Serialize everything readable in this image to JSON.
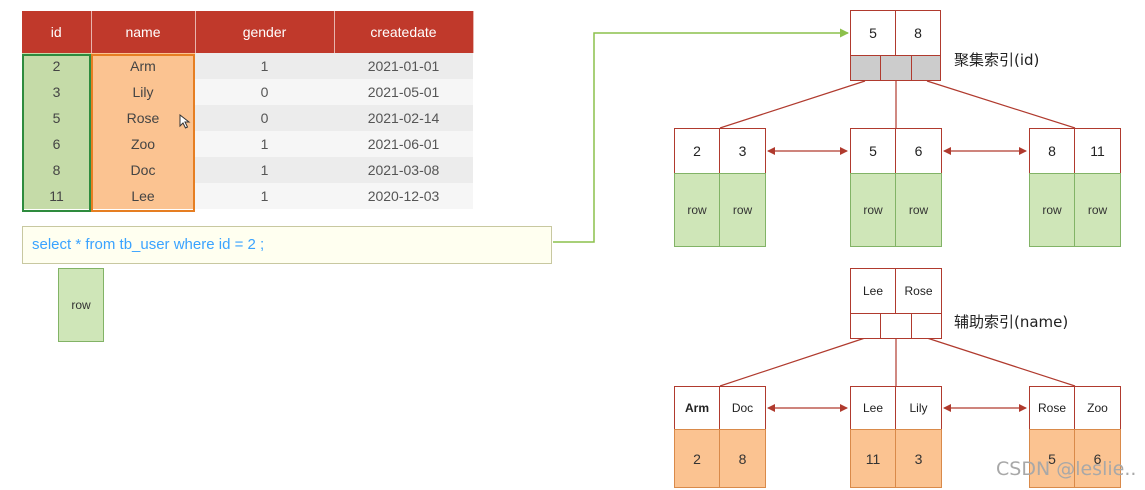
{
  "table": {
    "headers": [
      "id",
      "name",
      "gender",
      "createdate"
    ],
    "rows": [
      [
        "2",
        "Arm",
        "1",
        "2021-01-01"
      ],
      [
        "3",
        "Lily",
        "0",
        "2021-05-01"
      ],
      [
        "5",
        "Rose",
        "0",
        "2021-02-14"
      ],
      [
        "6",
        "Zoo",
        "1",
        "2021-06-01"
      ],
      [
        "8",
        "Doc",
        "1",
        "2021-03-08"
      ],
      [
        "11",
        "Lee",
        "1",
        "2020-12-03"
      ]
    ]
  },
  "query": {
    "sql": "select * from tb_user where id = 2 ;",
    "result_label": "row"
  },
  "clustered_index": {
    "label": "聚集索引(id)",
    "root_keys": [
      "5",
      "8"
    ],
    "leaves": [
      {
        "keys": [
          "2",
          "3"
        ],
        "values": [
          "row",
          "row"
        ]
      },
      {
        "keys": [
          "5",
          "6"
        ],
        "values": [
          "row",
          "row"
        ]
      },
      {
        "keys": [
          "8",
          "11"
        ],
        "values": [
          "row",
          "row"
        ]
      }
    ]
  },
  "secondary_index": {
    "label": "辅助索引(name)",
    "root_keys": [
      "Lee",
      "Rose"
    ],
    "leaves": [
      {
        "keys": [
          "Arm",
          "Doc"
        ],
        "values": [
          "2",
          "8"
        ]
      },
      {
        "keys": [
          "Lee",
          "Lily"
        ],
        "values": [
          "11",
          "3"
        ]
      },
      {
        "keys": [
          "Rose",
          "Zoo"
        ],
        "values": [
          "5",
          "6"
        ]
      }
    ]
  },
  "watermark": "CSDN @leslie..",
  "colors": {
    "header_red": "#c0392b",
    "tree_border": "#b03a2e",
    "id_highlight": "#c5dba8",
    "name_highlight": "#fbc391",
    "sql_text": "#3aa3ff",
    "connector_green": "#8cc04b"
  }
}
